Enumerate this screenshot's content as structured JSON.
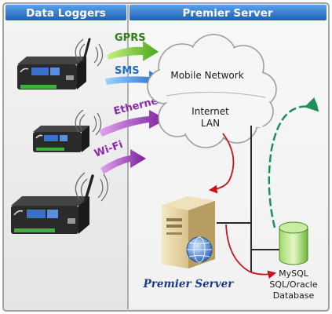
{
  "headers": {
    "left": "Data Loggers",
    "right": "Premier Server"
  },
  "protocols": {
    "gprs": "GPRS",
    "sms": "SMS",
    "ethernet": "Ethernet",
    "wifi": "Wi-Fi"
  },
  "cloud": {
    "mobile": "Mobile Network",
    "internet": "Internet",
    "lan": "LAN"
  },
  "server": {
    "label": "Premier Server"
  },
  "database": {
    "line1": "MySQL",
    "line2": "SQL/Oracle",
    "line3": "Database"
  },
  "colors": {
    "header_blue": "#2f7ad0",
    "gprs_arrow": "#6ec02e",
    "sms_arrow": "#1f7fd6",
    "ethernet_arrow": "#8a2ba8",
    "wifi_arrow": "#8a2ba8",
    "sync_arrow": "#1e8f5a",
    "link_red": "#c8141e"
  }
}
